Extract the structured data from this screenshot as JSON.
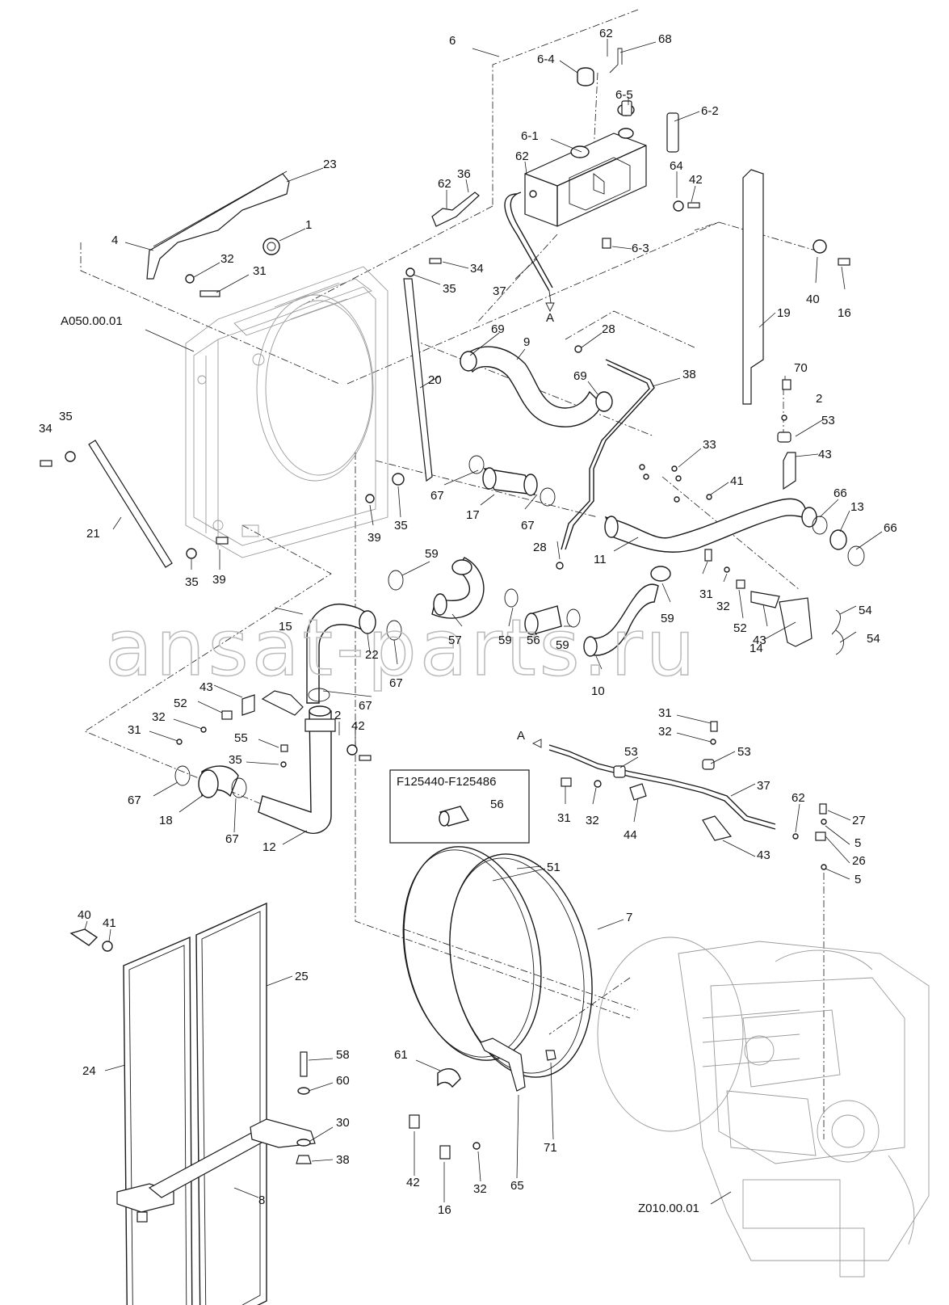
{
  "watermark": "ansat-parts.ru",
  "inset_box_title": "F125440-F125486",
  "inset_box_part": "56",
  "assembly_refs": {
    "radiator": "A050.00.01",
    "engine": "Z010.00.01"
  },
  "flow_marker": "A",
  "callouts": [
    {
      "id": "c1",
      "text": "6"
    },
    {
      "id": "c2",
      "text": "62"
    },
    {
      "id": "c3",
      "text": "68"
    },
    {
      "id": "c4",
      "text": "6-4"
    },
    {
      "id": "c5",
      "text": "6-5"
    },
    {
      "id": "c6",
      "text": "6-2"
    },
    {
      "id": "c7",
      "text": "6-1"
    },
    {
      "id": "c8",
      "text": "62"
    },
    {
      "id": "c9",
      "text": "64"
    },
    {
      "id": "c10",
      "text": "42"
    },
    {
      "id": "c11",
      "text": "62"
    },
    {
      "id": "c12",
      "text": "36"
    },
    {
      "id": "c13",
      "text": "23"
    },
    {
      "id": "c14",
      "text": "1"
    },
    {
      "id": "c15",
      "text": "4"
    },
    {
      "id": "c16",
      "text": "32"
    },
    {
      "id": "c17",
      "text": "31"
    },
    {
      "id": "c18",
      "text": "34"
    },
    {
      "id": "c19",
      "text": "35"
    },
    {
      "id": "c20",
      "text": "6-3"
    },
    {
      "id": "c21",
      "text": "37"
    },
    {
      "id": "c22",
      "text": "40"
    },
    {
      "id": "c23",
      "text": "16"
    },
    {
      "id": "c24",
      "text": "19"
    },
    {
      "id": "c25",
      "text": "69"
    },
    {
      "id": "c26",
      "text": "9"
    },
    {
      "id": "c27",
      "text": "28"
    },
    {
      "id": "c28",
      "text": "38"
    },
    {
      "id": "c29",
      "text": "69"
    },
    {
      "id": "c30",
      "text": "70"
    },
    {
      "id": "c31",
      "text": "2"
    },
    {
      "id": "c32",
      "text": "53"
    },
    {
      "id": "c33",
      "text": "43"
    },
    {
      "id": "c34",
      "text": "20"
    },
    {
      "id": "c35",
      "text": "34"
    },
    {
      "id": "c36",
      "text": "35"
    },
    {
      "id": "c37",
      "text": "33"
    },
    {
      "id": "c38",
      "text": "41"
    },
    {
      "id": "c39",
      "text": "66"
    },
    {
      "id": "c40",
      "text": "13"
    },
    {
      "id": "c41",
      "text": "66"
    },
    {
      "id": "c42",
      "text": "67"
    },
    {
      "id": "c43",
      "text": "17"
    },
    {
      "id": "c44",
      "text": "67"
    },
    {
      "id": "c45",
      "text": "39"
    },
    {
      "id": "c46",
      "text": "35"
    },
    {
      "id": "c47",
      "text": "28"
    },
    {
      "id": "c48",
      "text": "11"
    },
    {
      "id": "c49",
      "text": "21"
    },
    {
      "id": "c50",
      "text": "35"
    },
    {
      "id": "c51",
      "text": "39"
    },
    {
      "id": "c52",
      "text": "59"
    },
    {
      "id": "c53",
      "text": "31"
    },
    {
      "id": "c54",
      "text": "32"
    },
    {
      "id": "c55",
      "text": "52"
    },
    {
      "id": "c56",
      "text": "43"
    },
    {
      "id": "c57",
      "text": "54"
    },
    {
      "id": "c58",
      "text": "54"
    },
    {
      "id": "c59",
      "text": "14"
    },
    {
      "id": "c60",
      "text": "59"
    },
    {
      "id": "c61",
      "text": "15"
    },
    {
      "id": "c62",
      "text": "57"
    },
    {
      "id": "c63",
      "text": "59"
    },
    {
      "id": "c64",
      "text": "56"
    },
    {
      "id": "c65",
      "text": "59"
    },
    {
      "id": "c66",
      "text": "10"
    },
    {
      "id": "c67",
      "text": "22"
    },
    {
      "id": "c68",
      "text": "67"
    },
    {
      "id": "c69",
      "text": "67"
    },
    {
      "id": "c70",
      "text": "43"
    },
    {
      "id": "c71",
      "text": "52"
    },
    {
      "id": "c72",
      "text": "32"
    },
    {
      "id": "c73",
      "text": "31"
    },
    {
      "id": "c74",
      "text": "2"
    },
    {
      "id": "c75",
      "text": "42"
    },
    {
      "id": "c76",
      "text": "55"
    },
    {
      "id": "c77",
      "text": "35"
    },
    {
      "id": "c78",
      "text": "67"
    },
    {
      "id": "c79",
      "text": "18"
    },
    {
      "id": "c80",
      "text": "67"
    },
    {
      "id": "c81",
      "text": "12"
    },
    {
      "id": "c82",
      "text": "31"
    },
    {
      "id": "c83",
      "text": "32"
    },
    {
      "id": "c84",
      "text": "53"
    },
    {
      "id": "c85",
      "text": "53"
    },
    {
      "id": "c86",
      "text": "31"
    },
    {
      "id": "c87",
      "text": "32"
    },
    {
      "id": "c88",
      "text": "37"
    },
    {
      "id": "c89",
      "text": "44"
    },
    {
      "id": "c90",
      "text": "43"
    },
    {
      "id": "c91",
      "text": "62"
    },
    {
      "id": "c92",
      "text": "27"
    },
    {
      "id": "c93",
      "text": "5"
    },
    {
      "id": "c94",
      "text": "26"
    },
    {
      "id": "c95",
      "text": "5"
    },
    {
      "id": "c96",
      "text": "51"
    },
    {
      "id": "c97",
      "text": "7"
    },
    {
      "id": "c98",
      "text": "40"
    },
    {
      "id": "c99",
      "text": "41"
    },
    {
      "id": "c100",
      "text": "25"
    },
    {
      "id": "c101",
      "text": "24"
    },
    {
      "id": "c102",
      "text": "58"
    },
    {
      "id": "c103",
      "text": "60"
    },
    {
      "id": "c104",
      "text": "30"
    },
    {
      "id": "c105",
      "text": "38"
    },
    {
      "id": "c106",
      "text": "8"
    },
    {
      "id": "c107",
      "text": "61"
    },
    {
      "id": "c108",
      "text": "71"
    },
    {
      "id": "c109",
      "text": "42"
    },
    {
      "id": "c110",
      "text": "16"
    },
    {
      "id": "c111",
      "text": "32"
    },
    {
      "id": "c112",
      "text": "65"
    }
  ]
}
